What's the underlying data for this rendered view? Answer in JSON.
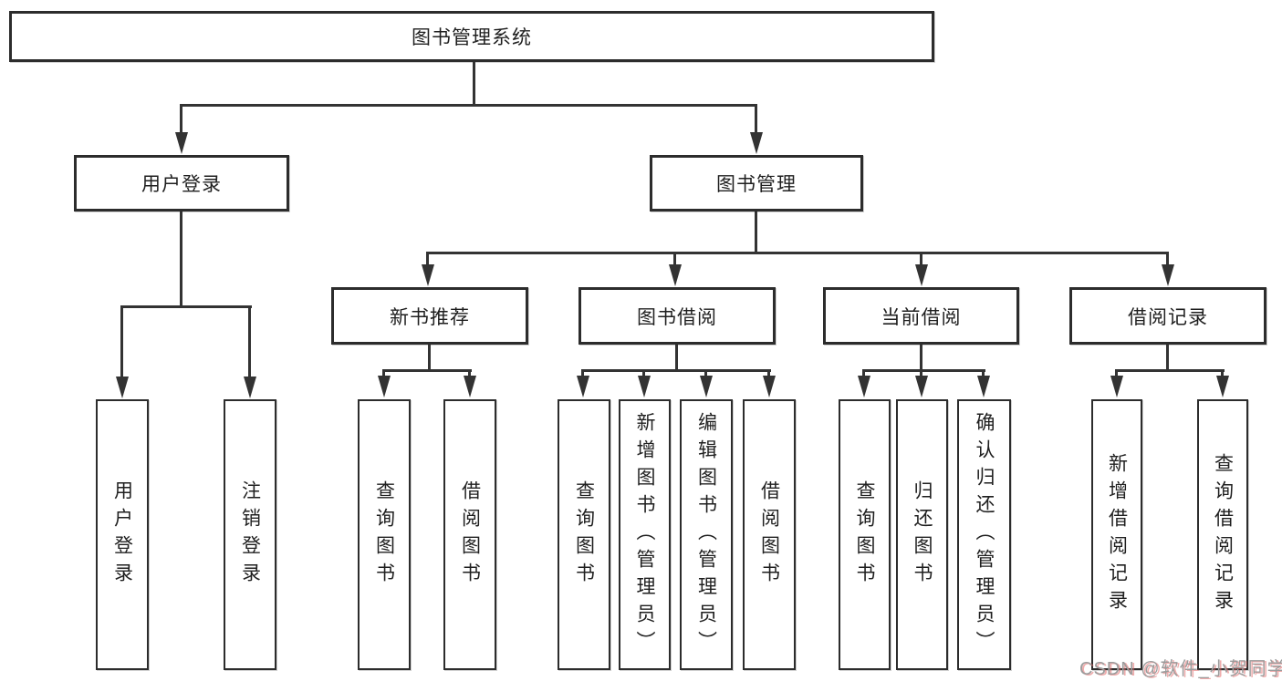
{
  "diagram": {
    "title_node": {
      "label": "图书管理系统"
    },
    "level2": [
      {
        "label": "用户登录"
      },
      {
        "label": "图书管理"
      }
    ],
    "level3": [
      {
        "label": "新书推荐"
      },
      {
        "label": "图书借阅"
      },
      {
        "label": "当前借阅"
      },
      {
        "label": "借阅记录"
      }
    ],
    "leaves": [
      {
        "label": "用户登录"
      },
      {
        "label": "注销登录"
      },
      {
        "label": "查询图书"
      },
      {
        "label": "借阅图书"
      },
      {
        "label": "查询图书"
      },
      {
        "label": "新增图书（管理员）"
      },
      {
        "label": "编辑图书（管理员）"
      },
      {
        "label": "借阅图书"
      },
      {
        "label": "查询图书"
      },
      {
        "label": "归还图书"
      },
      {
        "label": "确认归还（管理员）"
      },
      {
        "label": "新增借阅记录"
      },
      {
        "label": "查询借阅记录"
      }
    ],
    "colors": {
      "line": "#333333",
      "box_border": "#2c2c2c",
      "background": "#ffffff",
      "text": "#1f1f1f",
      "watermark_gray": "#9c9c9c",
      "watermark_red": "#e26868"
    }
  },
  "watermark": {
    "text": "CSDN @软件_小贺同学"
  }
}
